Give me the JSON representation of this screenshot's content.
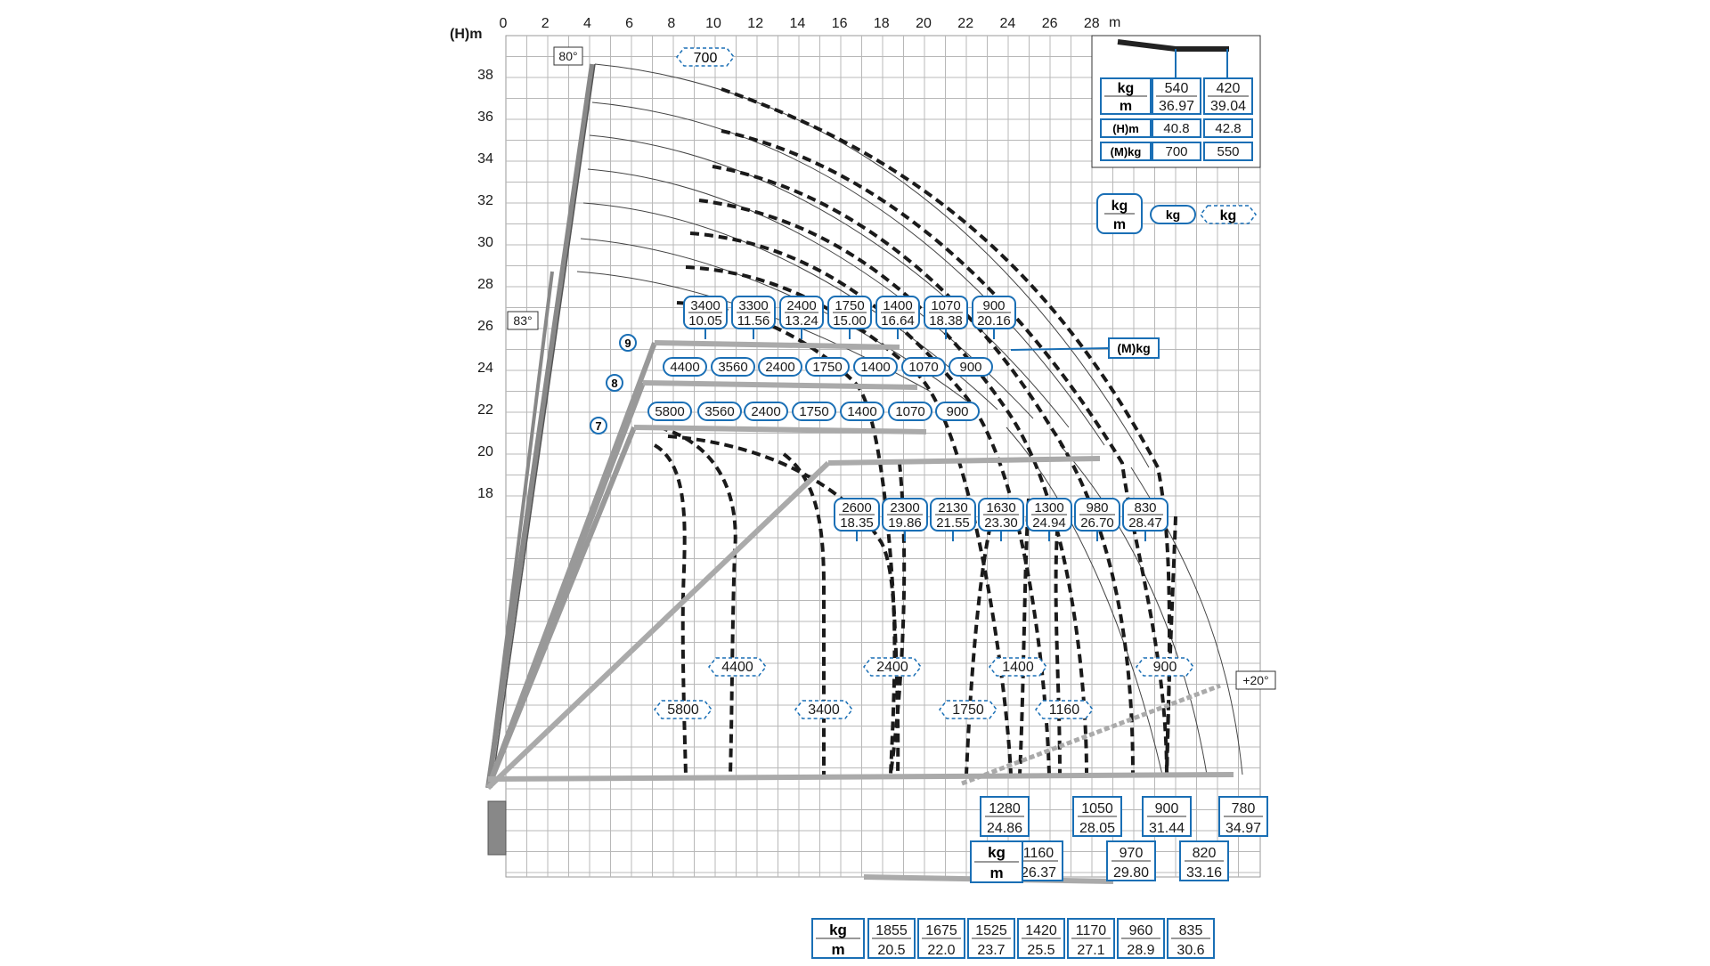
{
  "axes": {
    "x_unit": "m",
    "y_unit": "(H)m",
    "x_ticks": [
      0,
      2,
      4,
      6,
      8,
      10,
      12,
      14,
      16,
      18,
      20,
      22,
      24,
      26,
      28
    ],
    "y_ticks": [
      18,
      20,
      22,
      24,
      26,
      28,
      30,
      32,
      34,
      36,
      38
    ]
  },
  "angles": {
    "a80": "80°",
    "a83": "83°",
    "a20": "+20°"
  },
  "boom_markers": [
    "9",
    "8",
    "7"
  ],
  "top_dashed_label": "700",
  "legend_table": {
    "kg": "kg",
    "m": "m",
    "h": "(H)m",
    "mkg": "(M)kg",
    "cols": [
      {
        "kg": "540",
        "m": "36.97",
        "h": "40.8",
        "mkg": "700"
      },
      {
        "kg": "420",
        "m": "39.04",
        "h": "42.8",
        "mkg": "550"
      }
    ]
  },
  "legend_keys": {
    "kg": "kg",
    "m": "m",
    "solid": "kg",
    "dashed": "kg"
  },
  "mkg_label": "(M)kg",
  "top_row": [
    {
      "kg": "3400",
      "m": "10.05"
    },
    {
      "kg": "3300",
      "m": "11.56"
    },
    {
      "kg": "2400",
      "m": "13.24"
    },
    {
      "kg": "1750",
      "m": "15.00"
    },
    {
      "kg": "1400",
      "m": "16.64"
    },
    {
      "kg": "1070",
      "m": "18.38"
    },
    {
      "kg": "900",
      "m": "20.16"
    }
  ],
  "row9": [
    "4400",
    "3560",
    "2400",
    "1750",
    "1400",
    "1070",
    "900"
  ],
  "row7": [
    "5800",
    "3560",
    "2400",
    "1750",
    "1400",
    "1070",
    "900"
  ],
  "mid_row": [
    {
      "kg": "2600",
      "m": "18.35"
    },
    {
      "kg": "2300",
      "m": "19.86"
    },
    {
      "kg": "2130",
      "m": "21.55"
    },
    {
      "kg": "1630",
      "m": "23.30"
    },
    {
      "kg": "1300",
      "m": "24.94"
    },
    {
      "kg": "980",
      "m": "26.70"
    },
    {
      "kg": "830",
      "m": "28.47"
    }
  ],
  "curve_labels": [
    "4400",
    "2400",
    "1400",
    "900",
    "5800",
    "3400",
    "1750",
    "1160"
  ],
  "ground_loads": [
    {
      "kg": "1280",
      "m": "24.86"
    },
    {
      "kg": "1050",
      "m": "28.05"
    },
    {
      "kg": "900",
      "m": "31.44"
    },
    {
      "kg": "780",
      "m": "34.97"
    },
    {
      "kg": "1160",
      "m": "26.37"
    },
    {
      "kg": "970",
      "m": "29.80"
    },
    {
      "kg": "820",
      "m": "33.16"
    }
  ],
  "ground_key": {
    "kg": "kg",
    "m": "m"
  },
  "bottom_table": {
    "kg": "kg",
    "m": "m",
    "cols": [
      {
        "kg": "1855",
        "m": "20.5"
      },
      {
        "kg": "1675",
        "m": "22.0"
      },
      {
        "kg": "1525",
        "m": "23.7"
      },
      {
        "kg": "1420",
        "m": "25.5"
      },
      {
        "kg": "1170",
        "m": "27.1"
      },
      {
        "kg": "960",
        "m": "28.9"
      },
      {
        "kg": "835",
        "m": "30.6"
      }
    ]
  },
  "colors": {
    "accent": "#1a6fb5",
    "grid": "#b8b8b8",
    "ink": "#1a1a1a"
  }
}
